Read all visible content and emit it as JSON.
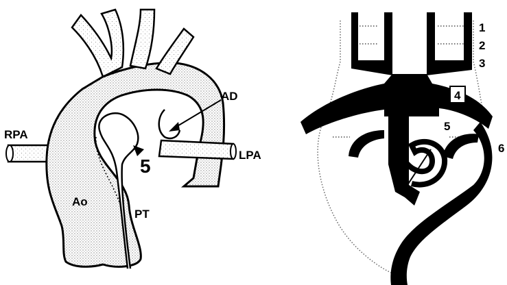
{
  "left_panel": {
    "labels": {
      "rpa": "RPA",
      "ao": "Ao",
      "ad": "AD",
      "lpa": "LPA",
      "pt": "PT",
      "five": "5"
    }
  },
  "right_panel": {
    "arch_numbers": [
      "1",
      "2",
      "3",
      "4",
      "5",
      "6"
    ]
  },
  "colors": {
    "ink": "#000000",
    "paper": "#ffffff",
    "stipple": "#888888"
  }
}
